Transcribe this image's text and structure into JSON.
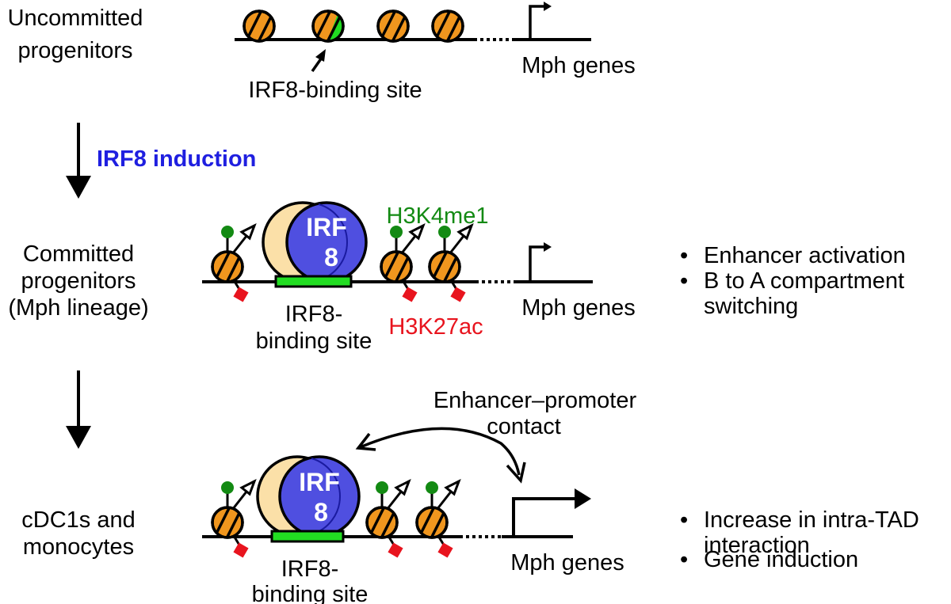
{
  "stages": {
    "uncommitted": [
      "Uncommitted",
      "progenitors"
    ],
    "committed": [
      "Committed",
      "progenitors",
      "(Mph lineage)"
    ],
    "final": [
      "cDC1s and",
      "monocytes"
    ]
  },
  "transition": {
    "label": "IRF8 induction",
    "color": "#1f1fe0"
  },
  "row1": {
    "binding_site_label": "IRF8-binding site",
    "gene_label": "Mph genes"
  },
  "row2": {
    "protein_label": [
      "IRF",
      "8"
    ],
    "binding_site_label": [
      "IRF8-",
      "binding site"
    ],
    "gene_label": "Mph genes",
    "h3k4me1": "H3K4me1",
    "h3k27ac": "H3K27ac",
    "bullets": [
      "Enhancer activation",
      "B to A compartment",
      "switching"
    ]
  },
  "row3": {
    "protein_label": [
      "IRF",
      "8"
    ],
    "binding_site_label": [
      "IRF8-",
      "binding site"
    ],
    "gene_label": "Mph genes",
    "contact_label": [
      "Enhancer–promoter",
      "contact"
    ],
    "bullets": [
      "Increase in intra-TAD",
      "interaction",
      "Gene induction"
    ]
  },
  "colors": {
    "nucleosome": "#f0961e",
    "binding_green": "#22dd22",
    "irf8_blue": "#4f4fe0",
    "partner_cream": "#fbe0a8",
    "h3k4me1_green": "#138a13",
    "h3k27ac_red": "#e8141e"
  },
  "bullet_char": "•"
}
